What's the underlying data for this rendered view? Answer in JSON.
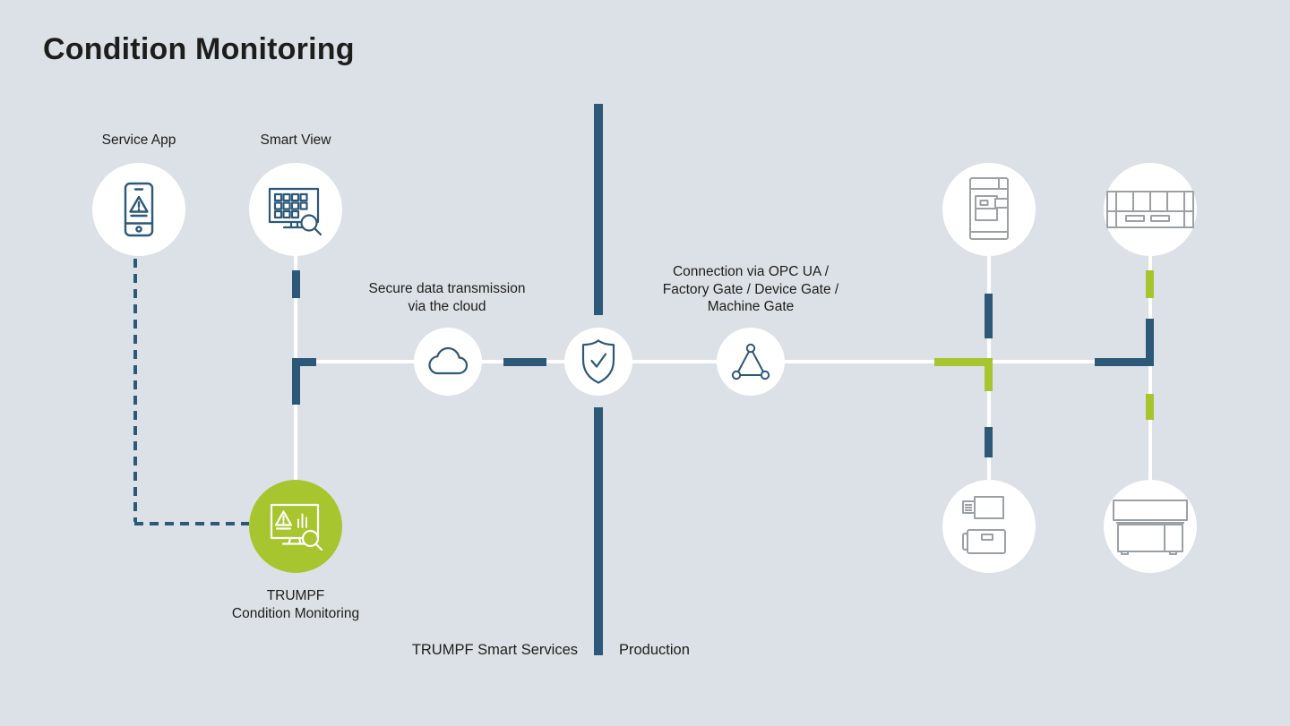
{
  "title": "Condition Monitoring",
  "colors": {
    "background": "#dce1e7",
    "navy": "#2d5878",
    "green": "#a6c52e",
    "machine_gray": "#9ba0a5",
    "line_white": "#ffffff",
    "text": "#1d1d1b"
  },
  "labels": {
    "service_app": "Service App",
    "smart_view": "Smart View",
    "cloud_line1": "Secure data transmission",
    "cloud_line2": "via the cloud",
    "opc_line1": "Connection via OPC UA /",
    "opc_line2": "Factory Gate / Device Gate /",
    "opc_line3": "Machine Gate",
    "cm_line1": "TRUMPF",
    "cm_line2": "Condition Monitoring",
    "zone_left": "TRUMPF Smart Services",
    "zone_right": "Production"
  },
  "icons": {
    "service_app": "phone-alert-icon",
    "smart_view": "monitor-grid-search-icon",
    "cloud": "cloud-icon",
    "security": "shield-check-icon",
    "gateway": "network-triangle-icon",
    "condition_monitoring": "monitor-alert-chart-search-icon",
    "machine_top_left": "punch-laser-machine-icon",
    "machine_top_right": "bending-machine-icon",
    "machine_bottom_left": "marking-laser-icon",
    "machine_bottom_right": "laser-cabinet-icon"
  }
}
